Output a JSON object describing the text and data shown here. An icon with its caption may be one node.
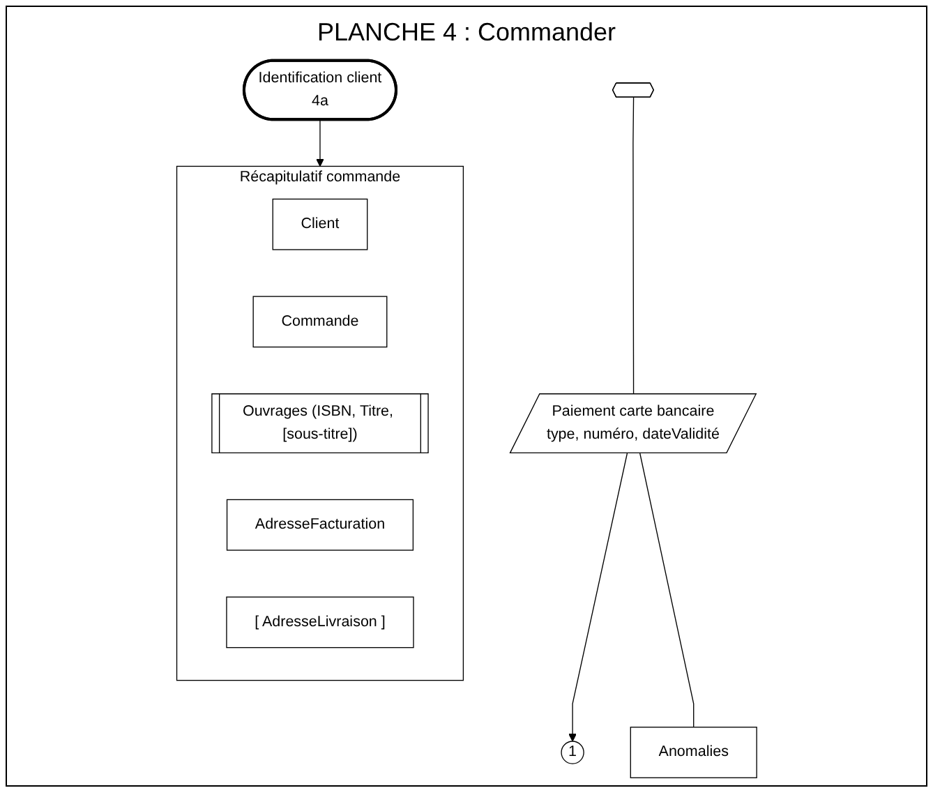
{
  "diagram": {
    "title": "PLANCHE 4 : Commander",
    "nodes": [
      {
        "text": [
          "Identification client",
          "4a"
        ]
      },
      {
        "text": [
          "Récapitulatif commande"
        ]
      },
      {
        "text": [
          "Client"
        ],
        "in": 1
      },
      {
        "text": [
          "Commande"
        ],
        "in": 1
      },
      {
        "text": [
          "Ouvrages (ISBN, Titre, [sous-titre])"
        ],
        "in": 1
      },
      {
        "text": [
          "AdresseFacturation"
        ],
        "in": 1
      },
      {
        "text": [
          "[ AdresseLivraison ]"
        ],
        "in": 1
      },
      {
        "text": [],
        "shape": "hexagon"
      },
      {
        "text": [
          "Paiement carte bancaire",
          "type, numéro, dateValidité"
        ]
      },
      {
        "text": [
          "1"
        ]
      },
      {
        "text": [
          "Anomalies"
        ]
      }
    ],
    "edges": [
      {
        "from": 0,
        "to": 1,
        "arrow": "to"
      },
      {
        "from": 7,
        "to": 8,
        "arrow": "none"
      },
      {
        "from": 8,
        "to": 9,
        "arrow": "to"
      },
      {
        "from": 8,
        "to": 10,
        "arrow": "none"
      }
    ]
  }
}
